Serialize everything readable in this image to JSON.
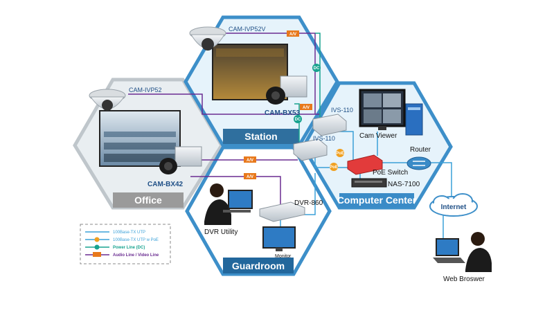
{
  "zones": {
    "office": "Office",
    "station": "Station",
    "computer_center": "Computer Center",
    "guardroom": "Guardroom"
  },
  "devices": {
    "cam_ivp52": "CAM-IVP52",
    "cam_ivp52v": "CAM-IVP52V",
    "cam_bx53": "CAM-BX53",
    "cam_bx42": "CAM-BX42",
    "ivs110_a": "IVS-110",
    "ivs110_b": "IVS-110",
    "cam_viewer": "Cam Viewer",
    "router": "Router",
    "poe_switch": "PoE Switch",
    "nas": "NAS-7100",
    "dvr": "DVR-860",
    "dvr_utility": "DVR Utility",
    "monitor": "Monitor",
    "internet": "Internet",
    "web_browser": "Web Broswer"
  },
  "tags": {
    "av": "A/V",
    "dc": "DC",
    "poe": "PoE"
  },
  "legend": [
    {
      "label": "100Base-TX UTP",
      "color": "#3aa0d8",
      "marker": "none"
    },
    {
      "label": "100Base-TX UTP w PoE",
      "color": "#3aa0d8",
      "marker": "poe"
    },
    {
      "label": "Power Line (DC)",
      "color": "#17a38f",
      "marker": "dc"
    },
    {
      "label": "Audio Line / Video Line",
      "color": "#6a2c91",
      "marker": "av"
    }
  ],
  "colors": {
    "hex_border": "#3d8fc9",
    "hex_fill": "#e6f3fb",
    "office_fill": "#e9eef1",
    "office_label_bg": "#9a9a9a",
    "station_label_bg": "#2f6f9e",
    "cc_label_bg": "#3a8bc7",
    "guard_label_bg": "#22679c",
    "utp": "#3aa0d8",
    "dc": "#17a38f",
    "av": "#6a2c91",
    "tag_orange": "#e8791c"
  }
}
